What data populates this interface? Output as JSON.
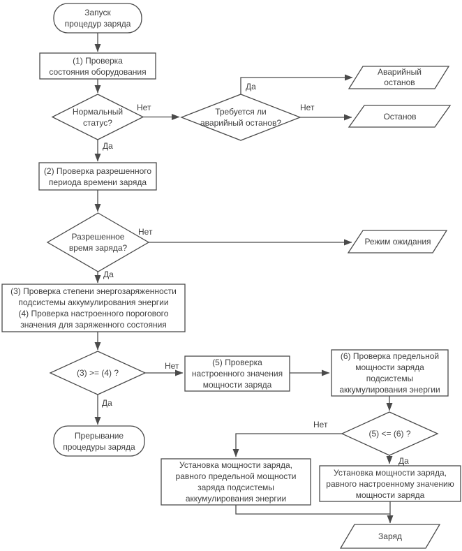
{
  "diagram": {
    "kind": "flowchart",
    "language": "ru",
    "colors": {
      "stroke": "#4a4a4a",
      "text": "#3e3e3e",
      "background": "#ffffff"
    }
  },
  "labels": {
    "yes": "Да",
    "no": "Нет"
  },
  "nodes": {
    "start": {
      "type": "terminator",
      "label": "Запуск\nпроцедур заряда"
    },
    "check_equipment": {
      "type": "process",
      "label": "(1) Проверка\nсостояния оборудования"
    },
    "normal_status": {
      "type": "decision",
      "label": "Нормальный\nстатус?"
    },
    "need_estop": {
      "type": "decision",
      "label": "Требуется ли\nаварийный останов?"
    },
    "emergency_stop": {
      "type": "output",
      "label": "Аварийный\nостанов"
    },
    "stop": {
      "type": "output",
      "label": "Останов"
    },
    "check_period": {
      "type": "process",
      "label": "(2) Проверка разрешенного\nпериода времени заряда"
    },
    "allowed_time": {
      "type": "decision",
      "label": "Разрешенное\nвремя заряда?"
    },
    "standby": {
      "type": "output",
      "label": "Режим ожидания"
    },
    "check_soc": {
      "type": "process",
      "label": "(3) Проверка степени энергозаряженности\nподсистемы аккумулирования энергии\n(4) Проверка настроенного порогового\nзначения для заряженного состояния"
    },
    "cmp_3_4": {
      "type": "decision",
      "label": "(3) >= (4) ?"
    },
    "interrupt": {
      "type": "terminator",
      "label": "Прерывание\nпроцедуры заряда"
    },
    "check_set_power": {
      "type": "process",
      "label": "(5) Проверка\nнастроенного значения\nмощности заряда"
    },
    "check_max_power": {
      "type": "process",
      "label": "(6) Проверка предельной\nмощности заряда\nподсистемы\nаккумулирования энергии"
    },
    "cmp_5_6": {
      "type": "decision",
      "label": "(5) <= (6) ?"
    },
    "set_limit_power": {
      "type": "process",
      "label": "Установка мощности заряда,\nравного предельной мощности\nзаряда подсистемы\nаккумулирования энергии"
    },
    "set_conf_power": {
      "type": "process",
      "label": "Установка мощности заряда,\nравного настроенному значению\nмощности заряда"
    },
    "charge": {
      "type": "output",
      "label": "Заряд"
    }
  }
}
